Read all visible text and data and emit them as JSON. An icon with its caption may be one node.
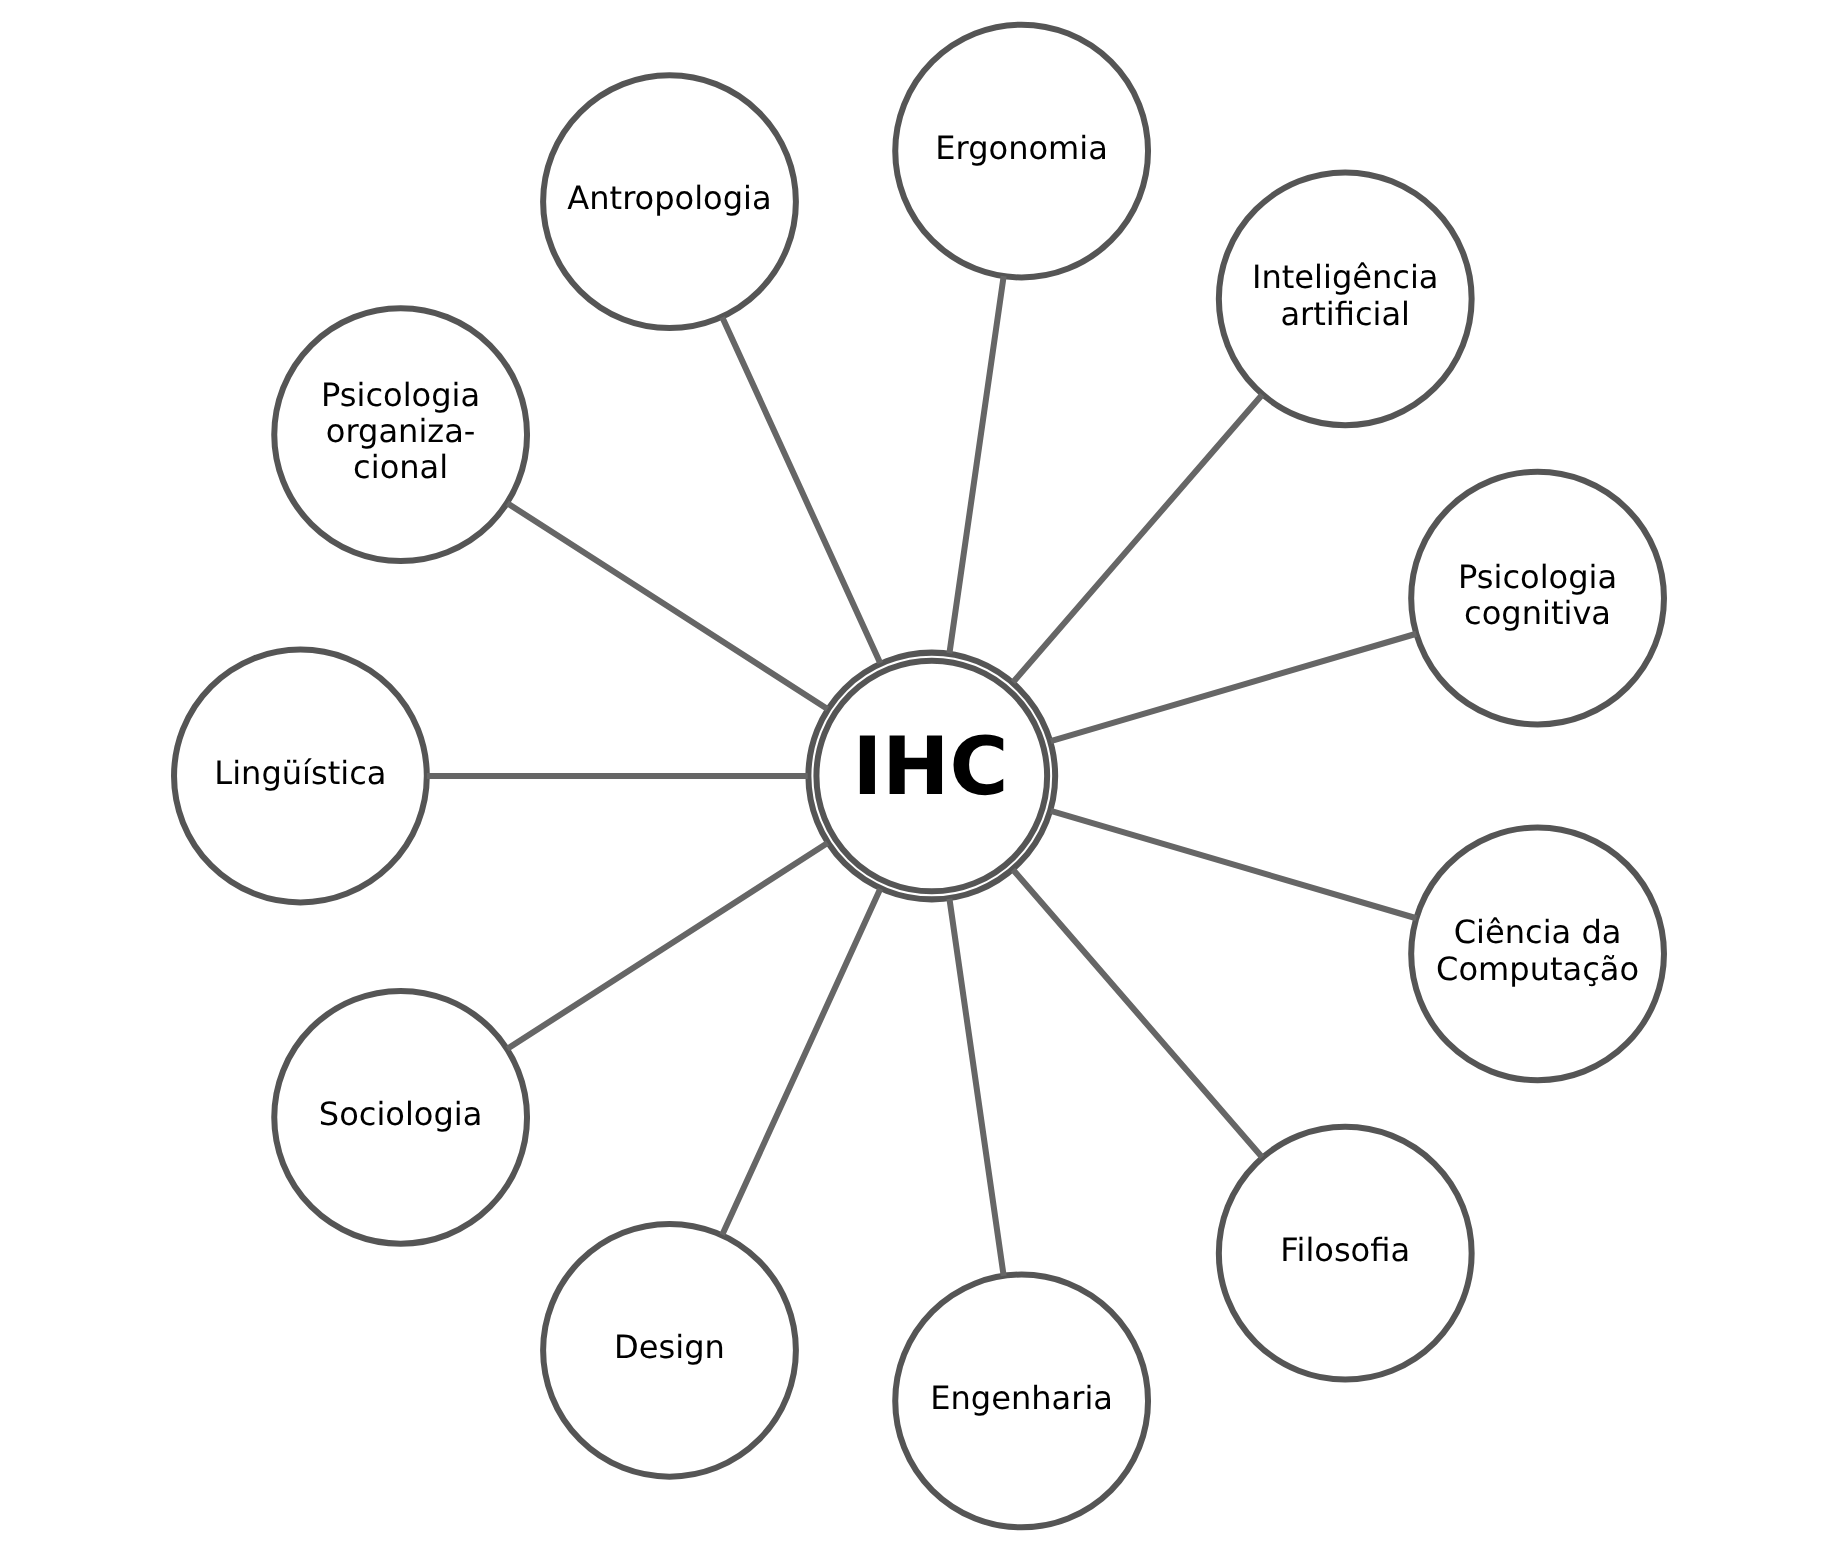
{
  "diagram": {
    "nodes": [
      {
        "text": [
          "IHC"
        ]
      },
      {
        "text": [
          "Psicologia cognitiva"
        ]
      },
      {
        "text": [
          "Inteligência artificial"
        ]
      },
      {
        "text": [
          "Ergonomia"
        ]
      },
      {
        "text": [
          "Antropologia"
        ]
      },
      {
        "text": [
          "Psicologia organiza- cional"
        ]
      },
      {
        "text": [
          "Lingüística"
        ]
      },
      {
        "text": [
          "Sociologia"
        ]
      },
      {
        "text": [
          "Design"
        ]
      },
      {
        "text": [
          "Engenharia"
        ]
      },
      {
        "text": [
          "Filosofia"
        ]
      },
      {
        "text": [
          "Ciência da Computação"
        ]
      }
    ],
    "edges": [
      {
        "from": 0,
        "to": 1,
        "arrow": "none"
      },
      {
        "from": 0,
        "to": 2,
        "arrow": "none"
      },
      {
        "from": 0,
        "to": 3,
        "arrow": "none"
      },
      {
        "from": 0,
        "to": 4,
        "arrow": "none"
      },
      {
        "from": 0,
        "to": 5,
        "arrow": "none"
      },
      {
        "from": 0,
        "to": 6,
        "arrow": "none"
      },
      {
        "from": 0,
        "to": 7,
        "arrow": "none"
      },
      {
        "from": 0,
        "to": 8,
        "arrow": "none"
      },
      {
        "from": 0,
        "to": 9,
        "arrow": "none"
      },
      {
        "from": 0,
        "to": 10,
        "arrow": "none"
      },
      {
        "from": 0,
        "to": 11,
        "arrow": "none"
      }
    ]
  }
}
